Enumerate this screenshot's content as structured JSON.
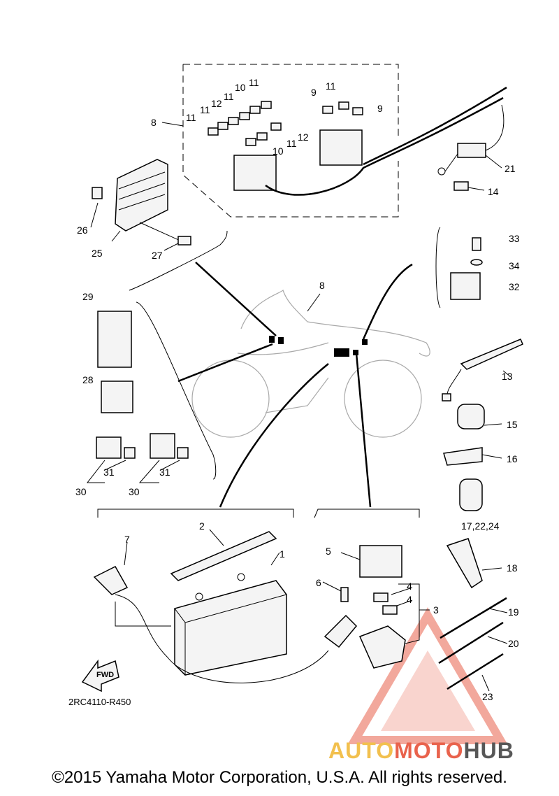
{
  "callouts": {
    "n1": "1",
    "n2": "2",
    "n3": "3",
    "n4a": "4",
    "n4b": "4",
    "n5": "5",
    "n6": "6",
    "n7": "7",
    "n8a": "8",
    "n8b": "8",
    "n9a": "9",
    "n9b": "9",
    "n10a": "10",
    "n10b": "10",
    "n11a": "11",
    "n11b": "11",
    "n11c": "11",
    "n11d": "11",
    "n11e": "11",
    "n11f": "11",
    "n12a": "12",
    "n12b": "12",
    "n13": "13",
    "n14": "14",
    "n15": "15",
    "n16": "16",
    "n17": "17,22,24",
    "n18": "18",
    "n19": "19",
    "n20": "20",
    "n21": "21",
    "n23": "23",
    "n25": "25",
    "n26": "26",
    "n27": "27",
    "n28": "28",
    "n29": "29",
    "n30a": "30",
    "n30b": "30",
    "n31a": "31",
    "n31b": "31",
    "n32": "32",
    "n33": "33",
    "n34": "34"
  },
  "direction_arrow": "FWD",
  "diagram_code": "2RC4110-R450",
  "copyright": "©2015 Yamaha Motor Corporation, U.S.A. All rights reserved.",
  "watermark": {
    "part1": "AUTO",
    "part2": "MOTO",
    "part3": "HUB"
  },
  "colors": {
    "watermark_red": "#e9624c",
    "watermark_yellow": "#f2c04e",
    "watermark_gray": "#575757"
  }
}
